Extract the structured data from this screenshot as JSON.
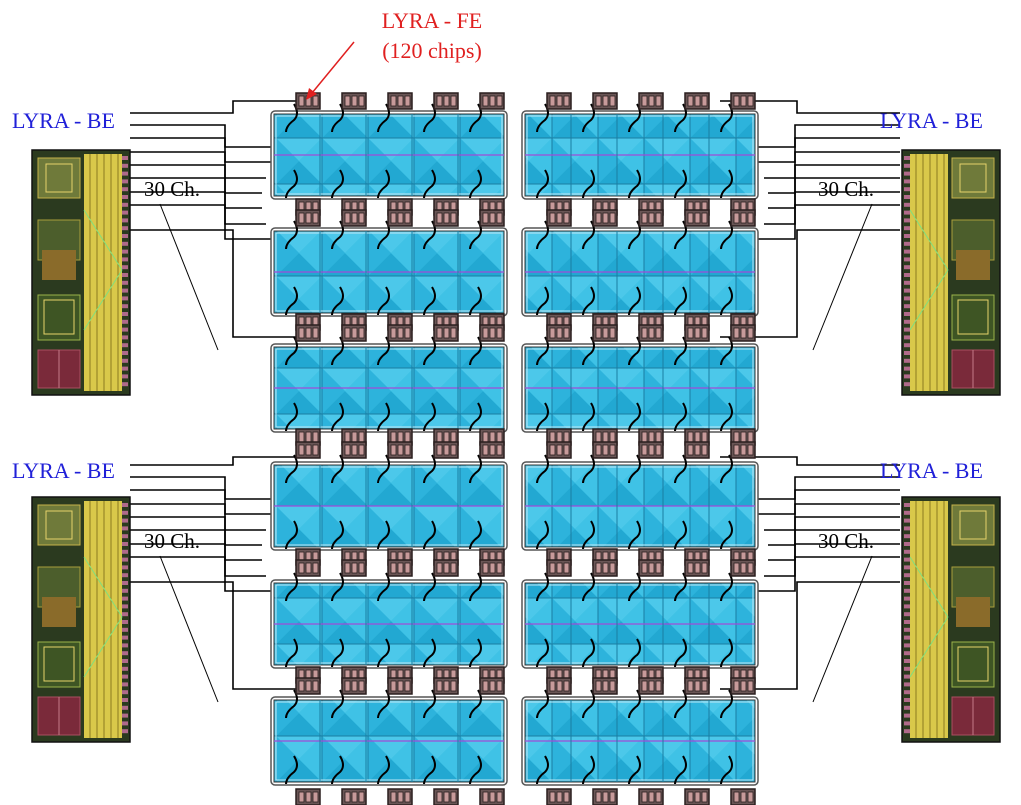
{
  "fe_label": {
    "line1": "LYRA - FE",
    "line2": "(120 chips)",
    "color": "#e02020"
  },
  "be_label": "LYRA - BE",
  "be_label_color": "#2020d8",
  "channel_label": "30 Ch.",
  "colors": {
    "sensor_fill": "#35bde1",
    "sensor_dark": "#1b95c0",
    "sensor_light": "#8fdcf2",
    "chip_fill": "#6a5656",
    "chip_dark": "#2a1f1f",
    "chip_pad": "#c79a9a",
    "wire": "#000000",
    "be_gold": "#d9c84a",
    "be_green": "#3d5a2a",
    "be_maroon": "#7a2a3a"
  }
}
